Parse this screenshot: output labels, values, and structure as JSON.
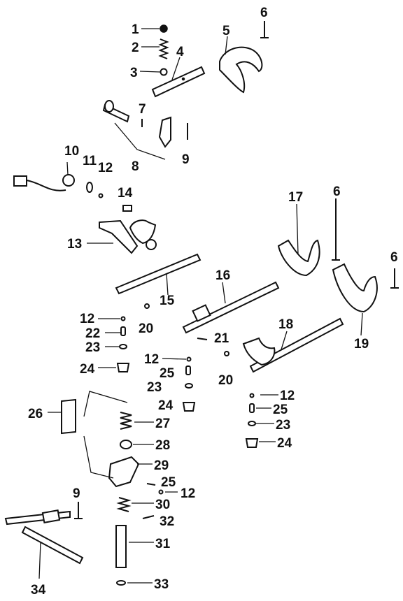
{
  "diagram": {
    "callouts": [
      {
        "id": "c1",
        "text": "1"
      },
      {
        "id": "c2",
        "text": "2"
      },
      {
        "id": "c3",
        "text": "3"
      },
      {
        "id": "c4",
        "text": "4"
      },
      {
        "id": "c5",
        "text": "5"
      },
      {
        "id": "c6a",
        "text": "6"
      },
      {
        "id": "c7",
        "text": "7"
      },
      {
        "id": "c8",
        "text": "8"
      },
      {
        "id": "c9a",
        "text": "9"
      },
      {
        "id": "c10",
        "text": "10"
      },
      {
        "id": "c11",
        "text": "11"
      },
      {
        "id": "c12a",
        "text": "12"
      },
      {
        "id": "c14",
        "text": "14"
      },
      {
        "id": "c17",
        "text": "17"
      },
      {
        "id": "c6b",
        "text": "6"
      },
      {
        "id": "c13",
        "text": "13"
      },
      {
        "id": "c6c",
        "text": "6"
      },
      {
        "id": "c16",
        "text": "16"
      },
      {
        "id": "c15",
        "text": "15"
      },
      {
        "id": "c12b",
        "text": "12"
      },
      {
        "id": "c20a",
        "text": "20"
      },
      {
        "id": "c22",
        "text": "22"
      },
      {
        "id": "c23a",
        "text": "23"
      },
      {
        "id": "c21",
        "text": "21"
      },
      {
        "id": "c18",
        "text": "18"
      },
      {
        "id": "c19",
        "text": "19"
      },
      {
        "id": "c24a",
        "text": "24"
      },
      {
        "id": "c12c",
        "text": "12"
      },
      {
        "id": "c25a",
        "text": "25"
      },
      {
        "id": "c20b",
        "text": "20"
      },
      {
        "id": "c23b",
        "text": "23"
      },
      {
        "id": "c12d",
        "text": "12"
      },
      {
        "id": "c24b",
        "text": "24"
      },
      {
        "id": "c25b",
        "text": "25"
      },
      {
        "id": "c26",
        "text": "26"
      },
      {
        "id": "c27",
        "text": "27"
      },
      {
        "id": "c23c",
        "text": "23"
      },
      {
        "id": "c24c",
        "text": "24"
      },
      {
        "id": "c28",
        "text": "28"
      },
      {
        "id": "c29",
        "text": "29"
      },
      {
        "id": "c25c",
        "text": "25"
      },
      {
        "id": "c12e",
        "text": "12"
      },
      {
        "id": "c9b",
        "text": "9"
      },
      {
        "id": "c30",
        "text": "30"
      },
      {
        "id": "c32",
        "text": "32"
      },
      {
        "id": "c31",
        "text": "31"
      },
      {
        "id": "c33",
        "text": "33"
      },
      {
        "id": "c34",
        "text": "34"
      }
    ]
  }
}
